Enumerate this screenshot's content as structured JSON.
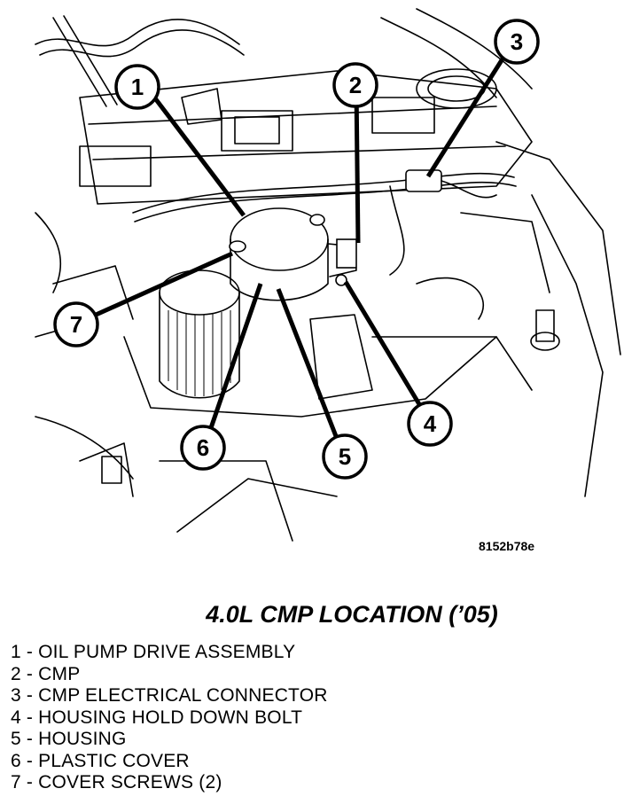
{
  "figure": {
    "code": "8152b78e",
    "title": "4.0L CMP LOCATION (’05)"
  },
  "callouts": [
    {
      "number": "1"
    },
    {
      "number": "2"
    },
    {
      "number": "3"
    },
    {
      "number": "4"
    },
    {
      "number": "5"
    },
    {
      "number": "6"
    },
    {
      "number": "7"
    }
  ],
  "legend": [
    {
      "number": "1",
      "text": "1 - OIL PUMP DRIVE ASSEMBLY"
    },
    {
      "number": "2",
      "text": "2 - CMP"
    },
    {
      "number": "3",
      "text": "3 - CMP ELECTRICAL CONNECTOR"
    },
    {
      "number": "4",
      "text": "4 - HOUSING HOLD DOWN BOLT"
    },
    {
      "number": "5",
      "text": "5 - HOUSING"
    },
    {
      "number": "6",
      "text": "6 - PLASTIC COVER"
    },
    {
      "number": "7",
      "text": "7 - COVER SCREWS (2)"
    }
  ]
}
